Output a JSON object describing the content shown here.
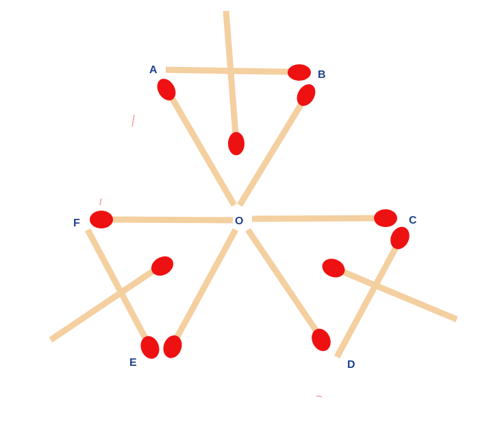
{
  "diagram": {
    "stick_color": "#f4cfa0",
    "head_color": "#ee1111",
    "label_color": "#1f3f8f",
    "labels": {
      "A": "A",
      "B": "B",
      "C": "C",
      "D": "D",
      "E": "E",
      "F": "F",
      "O": "O"
    }
  }
}
